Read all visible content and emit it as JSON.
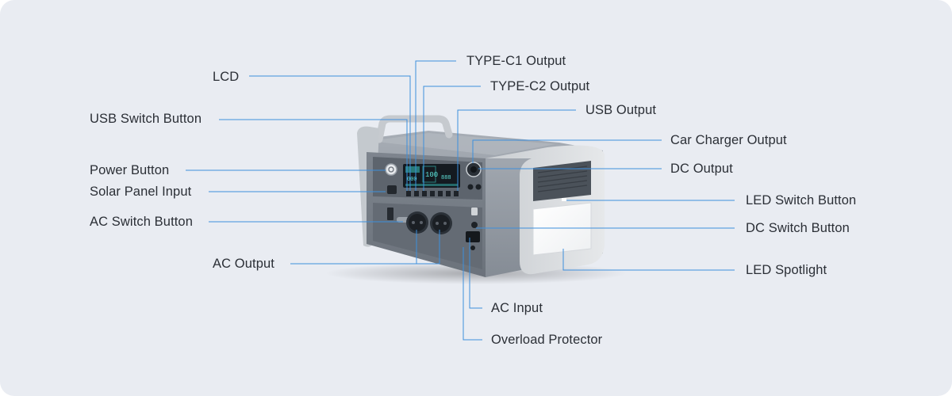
{
  "labels": {
    "lcd": "LCD",
    "usb_switch_button": "USB Switch Button",
    "power_button": "Power Button",
    "solar_panel_input": "Solar Panel Input",
    "ac_switch_button": "AC Switch Button",
    "ac_output": "AC Output",
    "type_c1_output": "TYPE-C1 Output",
    "type_c2_output": "TYPE-C2 Output",
    "usb_output": "USB Output",
    "car_charger_output": "Car Charger Output",
    "dc_output": "DC Output",
    "led_switch_button": "LED Switch Button",
    "dc_switch_button": "DC Switch Button",
    "led_spotlight": "LED Spotlight",
    "ac_input": "AC Input",
    "overload_protector": "Overload Protector"
  },
  "lcd_readouts": [
    "100",
    "000",
    "888"
  ],
  "colors": {
    "background": "#e9ecf2",
    "leader_line": "#3d8fdc",
    "label_text": "#2b2f36",
    "device_body": "#8e959e",
    "device_frame": "#d9dcdf",
    "lcd_glow": "#39c9c3"
  }
}
